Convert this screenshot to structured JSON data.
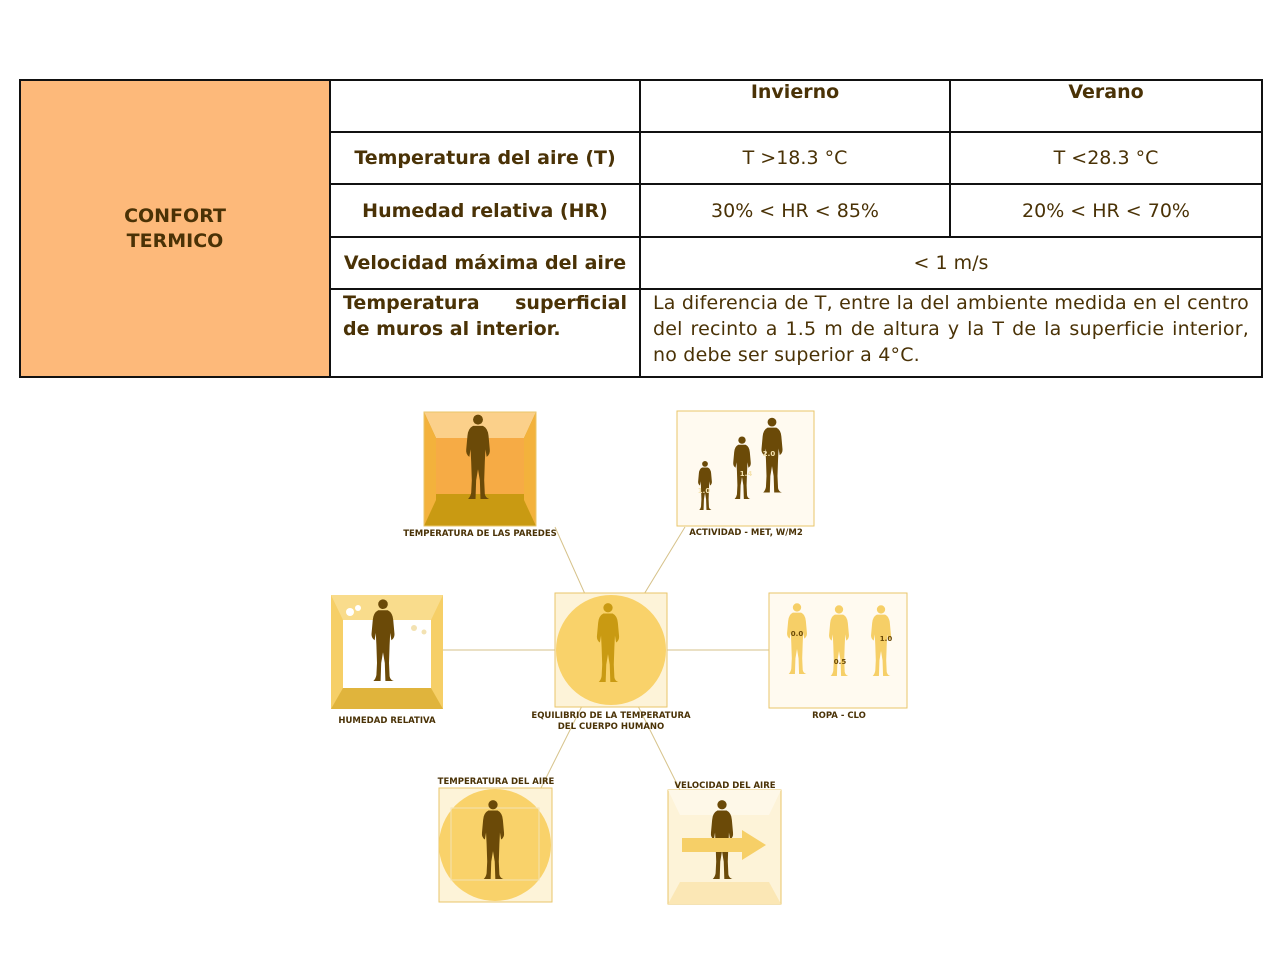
{
  "table": {
    "side_label_line1": "CONFORT",
    "side_label_line2": "TERMICO",
    "header": {
      "winter": "Invierno",
      "summer": "Verano"
    },
    "rows": [
      {
        "label": "Temperatura del aire (T)",
        "winter": "T >18.3 °C",
        "summer": "T <28.3 °C"
      },
      {
        "label": "Humedad relativa (HR)",
        "winter": "30% < HR < 85%",
        "summer": "20% < HR < 70%"
      },
      {
        "label": "Velocidad máxima del aire",
        "both": "< 1 m/s"
      },
      {
        "label": "Temperatura superficial de muros al interior.",
        "both": "La diferencia de T, entre la del ambiente medida en el centro del recinto a 1.5 m de altura y la T de la superficie interior, no debe ser superior a 4°C."
      }
    ]
  },
  "diagram": {
    "center_label_line1": "EQUILIBRIO DE LA TEMPERATURA",
    "center_label_line2": "DEL CUERPO HUMANO",
    "walls_label": "TEMPERATURA DE LAS PAREDES",
    "activity_label": "ACTIVIDAD - MET, W/M2",
    "humidity_label": "HUMEDAD RELATIVA",
    "clothing_label": "ROPA - CLO",
    "air_temp_label": "TEMPERATURA DEL AIRE",
    "air_speed_label": "VELOCIDAD DEL AIRE",
    "activity_values": [
      "1.0",
      "1.4",
      "2.0"
    ],
    "clothing_values": [
      "0.0",
      "0.5",
      "1.0"
    ]
  },
  "colors": {
    "side_fill": "#fdb97a",
    "text_brown": "#4a3206",
    "silhouette": "#6b4a08",
    "gold": "#c99a12",
    "orange": "#f6ab45",
    "light_yellow": "#f9d97a",
    "pale": "#fdf3d8"
  }
}
